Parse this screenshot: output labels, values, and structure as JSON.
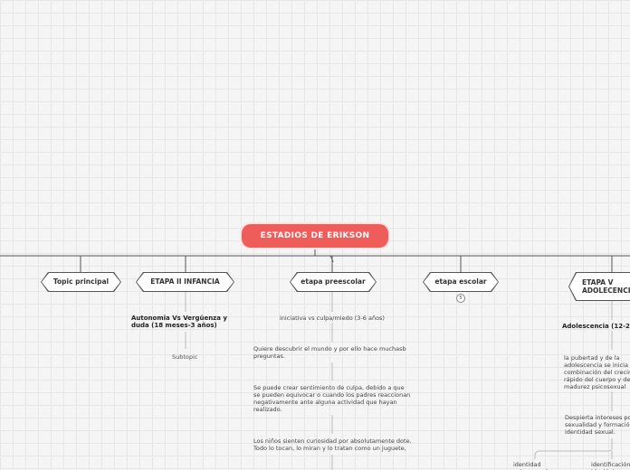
{
  "root": {
    "label": "ESTADIOS DE ERIKSON"
  },
  "topics": [
    {
      "label": "Topic principal"
    },
    {
      "label": "ETAPA II INFANCIA"
    },
    {
      "label": "etapa preescolar"
    },
    {
      "label": "etapa escolar",
      "collapsed_count": "5"
    },
    {
      "label": "ETAPA V\nADOLECENCIA"
    }
  ],
  "etapa_ii": {
    "heading": "Autonomia Vs Vergüenza y duda (18 meses-3 años)",
    "child": "Subtopic"
  },
  "preescolar": {
    "items": [
      "iniciativa vs culpa/miedo (3-6 años)",
      "Quiere descubrir el mundo y por ello hace muchasb preguntas.",
      "Se puede crear sentimiento de culpa, debido a que se pueden equivocar o cuando los padres reaccionan negativamente ante alguna actividad que hayan realizado.",
      "Los niños sienten curiosidad por absolutamente dote. Todo lo tocan, lo miran y lo tratan como un juguete,"
    ]
  },
  "adolecencia": {
    "heading": "Adolescencia (12-2",
    "items": [
      "la pubertad y de la adolescencia se inicia combinación del crecim rápido del cuerpo y de madurez psicosexual",
      "Despierta intereses po sexualidad y formació identidad sexual."
    ],
    "children": [
      "identidad psicosexual",
      "identificación ideológica"
    ]
  }
}
